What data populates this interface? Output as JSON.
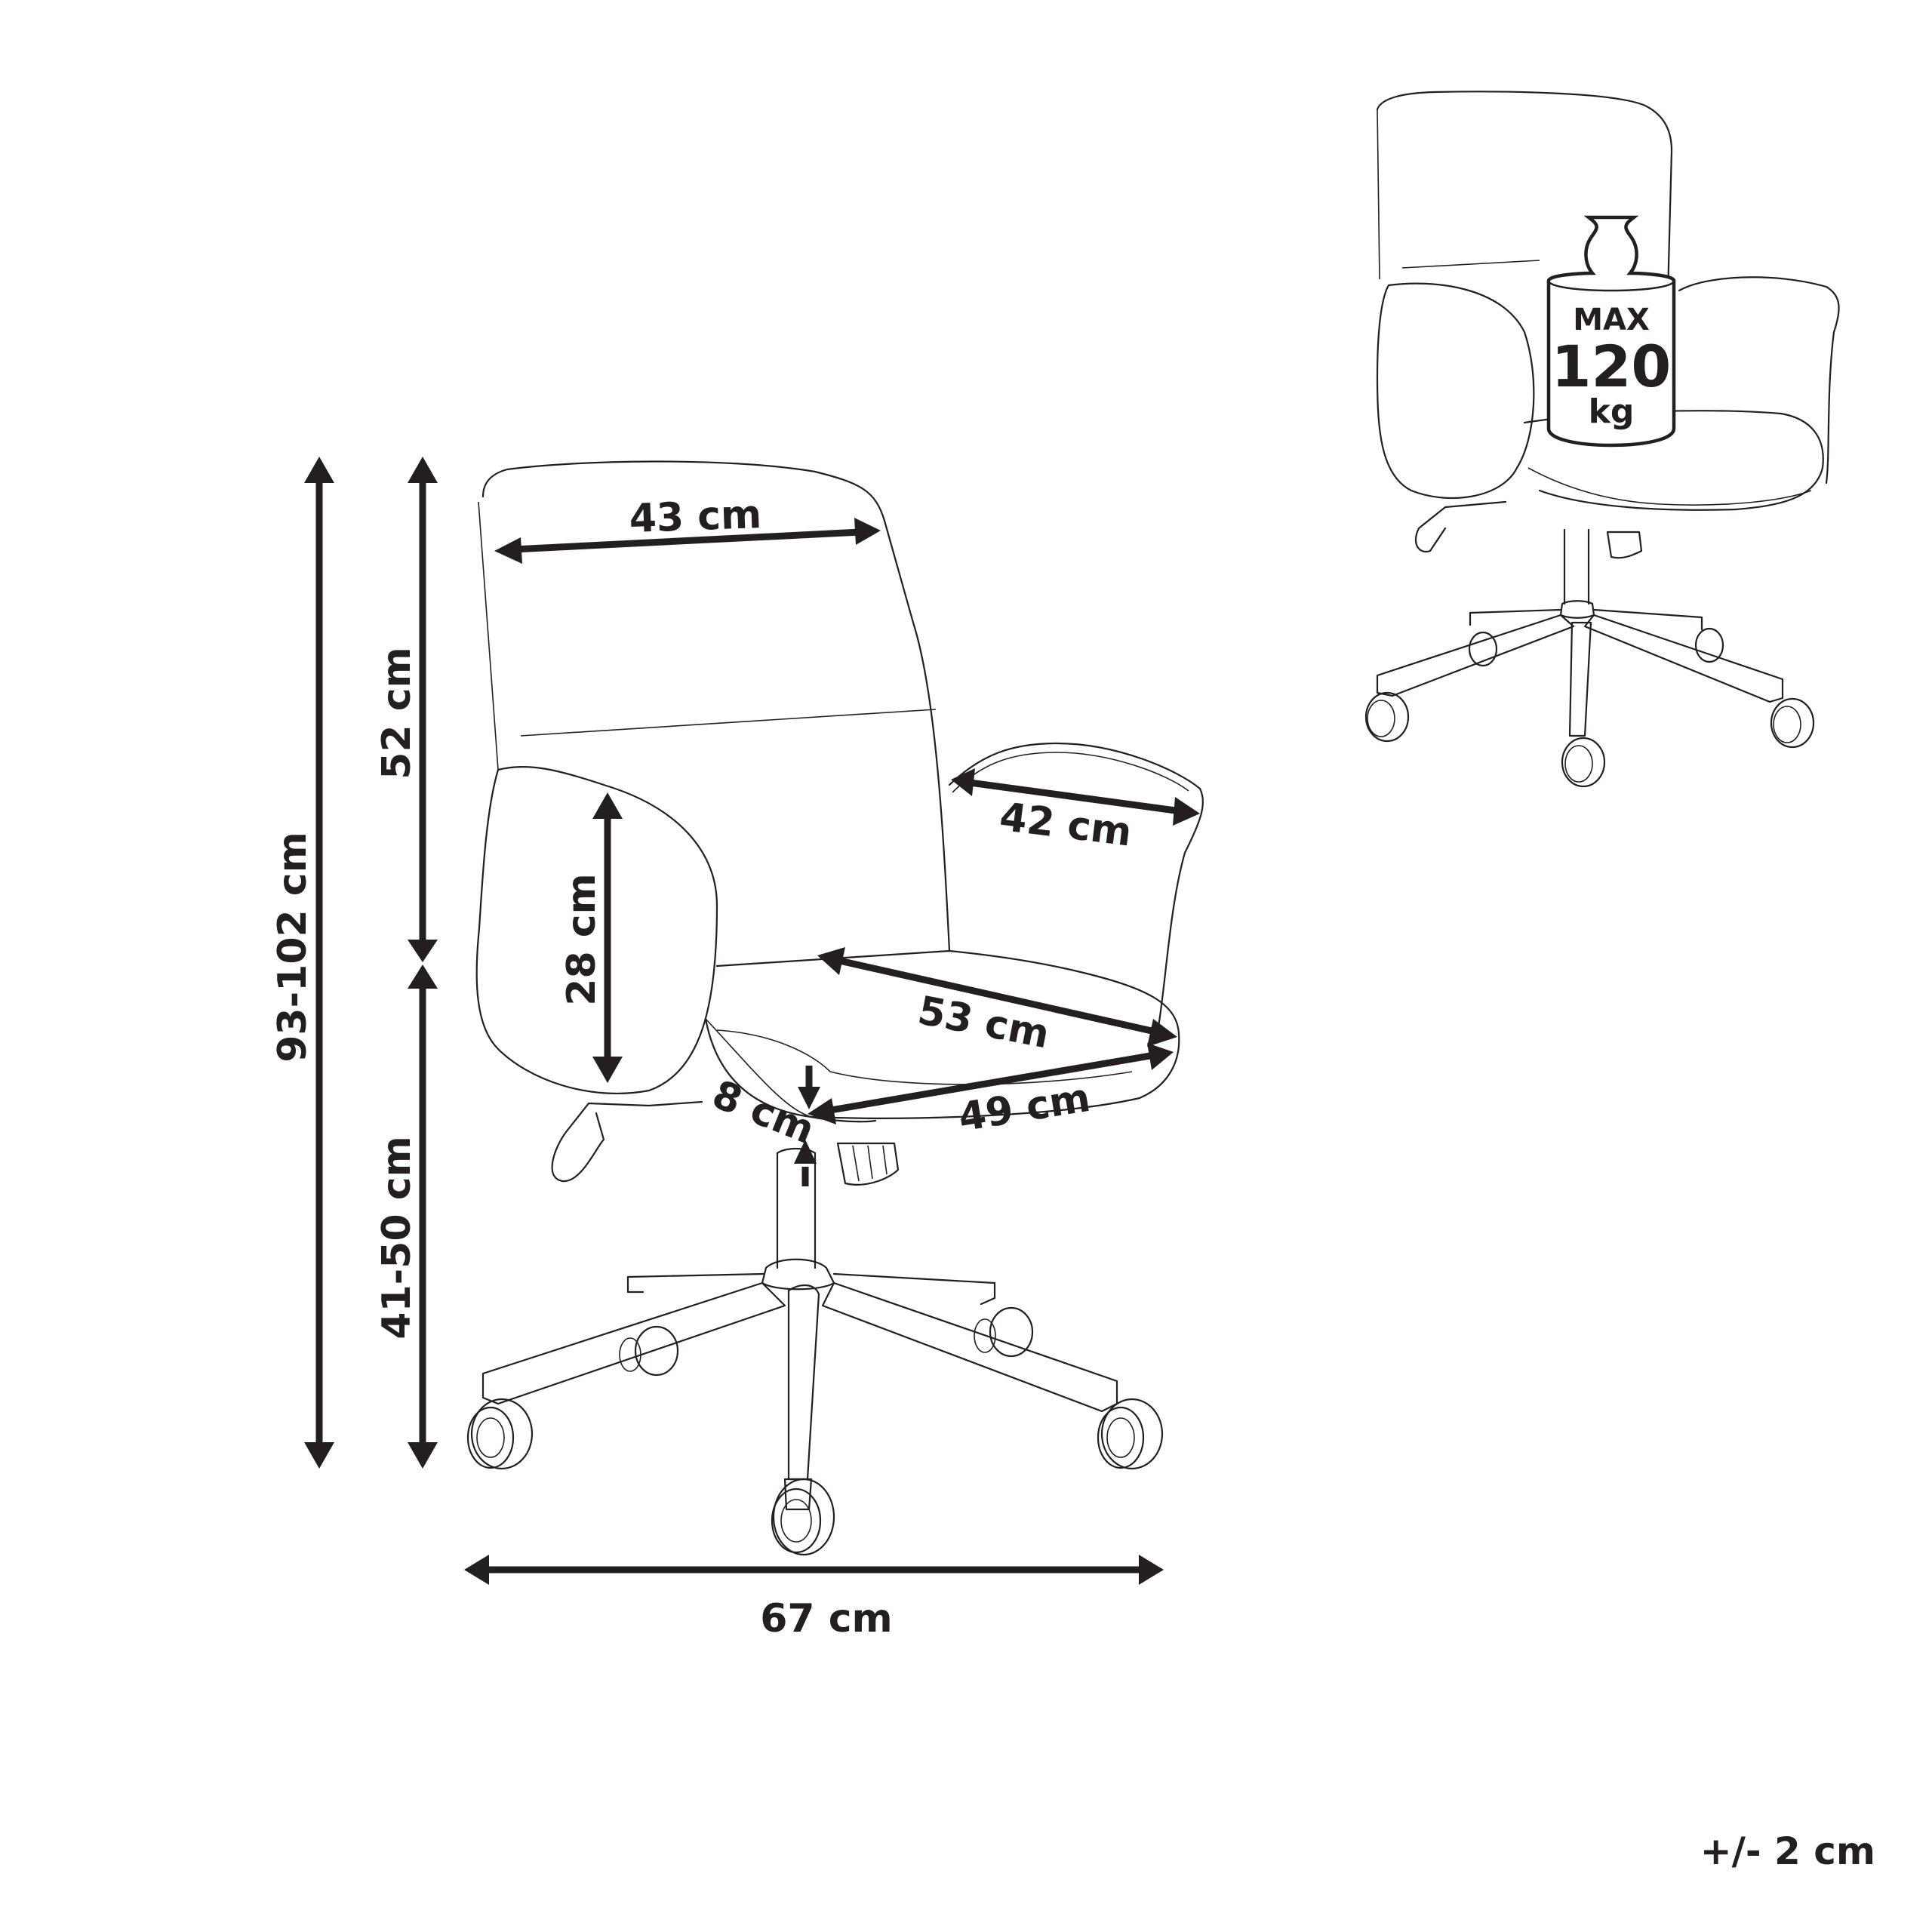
{
  "diagram": {
    "subject": "Swivel office chair with armrests on five-star castor base",
    "colors": {
      "ink": "#231f20",
      "background": "#ffffff"
    },
    "dimensions": {
      "total_height": "93-102 cm",
      "backrest_height": "52 cm",
      "seat_height": "41-50 cm",
      "backrest_width": "43 cm",
      "armrest_length": "42 cm",
      "armrest_height": "28 cm",
      "seat_depth": "53 cm",
      "seat_width": "49 cm",
      "seat_thickness": "8 cm",
      "base_width": "67 cm"
    },
    "weight_badge": {
      "line1": "MAX",
      "line2": "120",
      "line3": "kg"
    },
    "tolerance": "+/- 2 cm"
  }
}
